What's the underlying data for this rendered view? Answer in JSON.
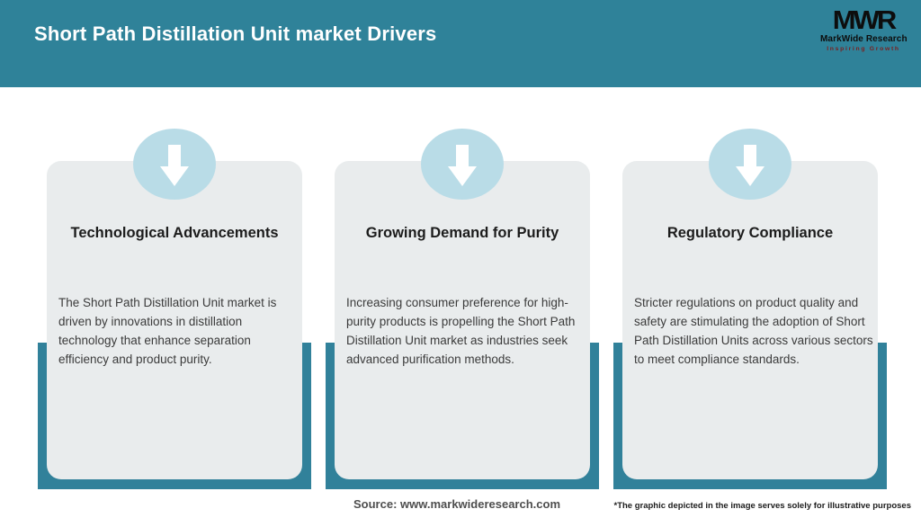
{
  "header": {
    "title": "Short Path Distillation Unit market Drivers",
    "bg_color": "#2f8299",
    "logo": {
      "acronym": "MWR",
      "name": "MarkWide Research",
      "tagline": "Inspiring Growth",
      "tagline_color": "#7b2020"
    }
  },
  "cards": [
    {
      "title": "Technological Advancements",
      "body": "The Short Path Distillation Unit market is driven by innovations in distillation technology that enhance separation efficiency and product purity.",
      "icon": "down-arrow-icon"
    },
    {
      "title": "Growing Demand for Purity",
      "body": "Increasing consumer preference for high-purity products is propelling the Short Path Distillation Unit market as industries seek advanced purification methods.",
      "icon": "down-arrow-icon"
    },
    {
      "title": "Regulatory Compliance",
      "body": "Stricter regulations on product quality and safety are stimulating the adoption of Short Path Distillation Units across various sectors to meet compliance standards.",
      "icon": "down-arrow-icon"
    }
  ],
  "footer": {
    "source": "Source: www.markwideresearch.com",
    "disclaimer": "*The graphic depicted in the image serves solely for illustrative purposes"
  },
  "colors": {
    "header_teal": "#2f8299",
    "backdrop_teal": "#31819a",
    "card_bg": "#e9eced",
    "circle_blue": "#b9dce7",
    "arrow_white": "#ffffff"
  }
}
